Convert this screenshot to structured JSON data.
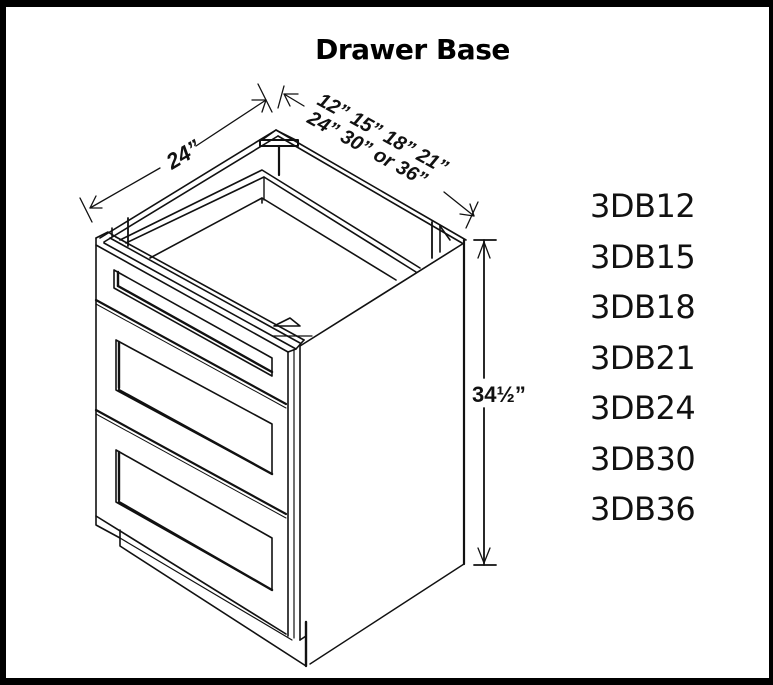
{
  "title": "Drawer Base",
  "dimensions": {
    "depth": "24”",
    "width_line1": "12” 15” 18” 21”",
    "width_line2": "24” 30” or 36”",
    "height": "34½”"
  },
  "models": [
    "3DB12",
    "3DB15",
    "3DB18",
    "3DB21",
    "3DB24",
    "3DB30",
    "3DB36"
  ],
  "colors": {
    "border": "#000000",
    "background": "#ffffff",
    "line": "#111111"
  }
}
